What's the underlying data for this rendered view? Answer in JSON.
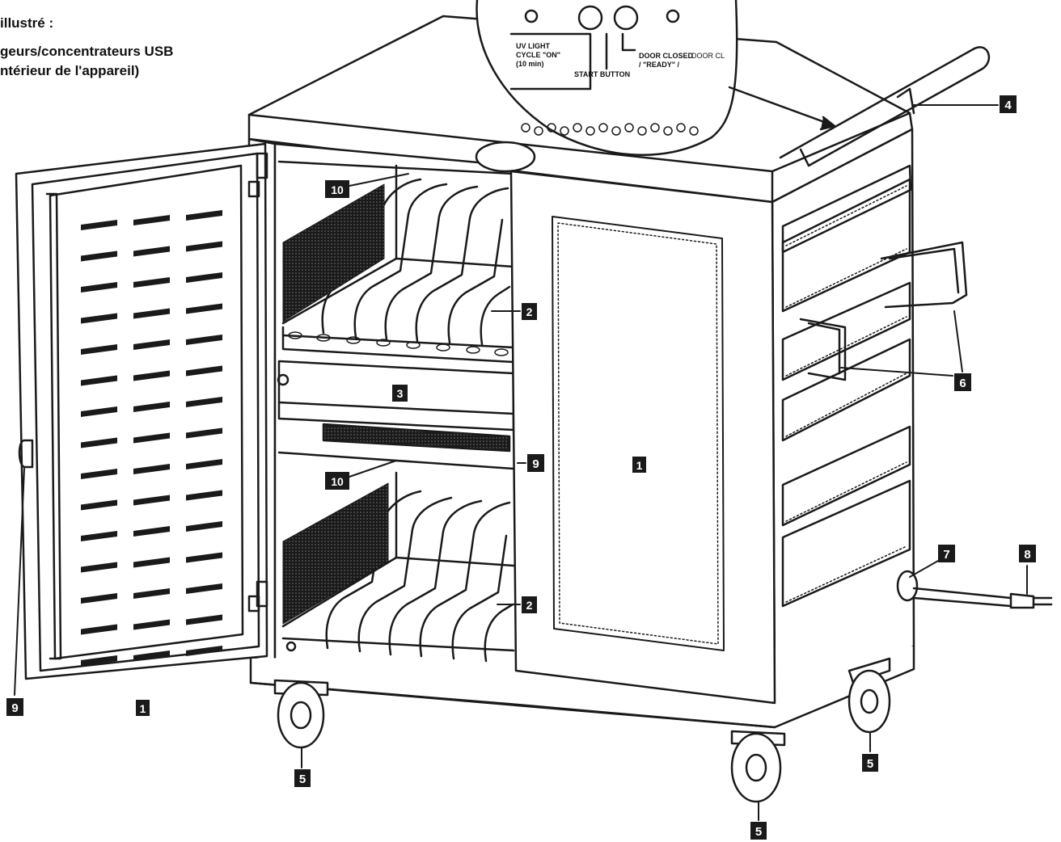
{
  "header": {
    "lines": [
      "",
      "illustré :",
      "geurs/concentrateurs USB",
      "ntérieur de l'appareil)"
    ]
  },
  "panel_inset": {
    "uv_label": [
      "UV LIGHT",
      "CYCLE \"ON\"",
      "(10 min)"
    ],
    "start_label": "START BUTTON",
    "door_label": [
      "DOOR CLOSED",
      "/ \"READY\" /"
    ],
    "door_label_overflow": "DOOR CL"
  },
  "callouts": [
    "1",
    "1",
    "2",
    "2",
    "3",
    "4",
    "5",
    "5",
    "5",
    "6",
    "7",
    "8",
    "9",
    "9",
    "10",
    "10"
  ],
  "colors": {
    "line": "#1a1a1a",
    "callout_bg": "#1a1a1a",
    "callout_text": "#ffffff",
    "mesh": "#1a1a1a"
  }
}
